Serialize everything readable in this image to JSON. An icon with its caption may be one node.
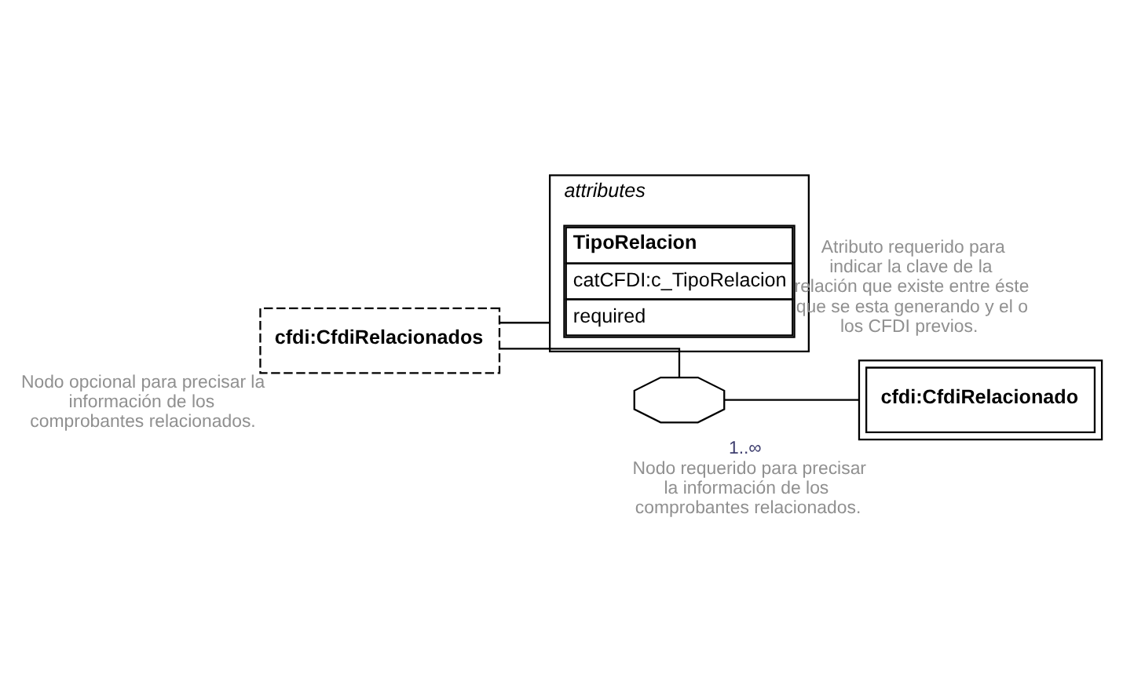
{
  "diagram": {
    "nodes": [
      {
        "text": [
          "cfdi:CfdiRelacionados"
        ],
        "beside": [
          "Nodo opcional para precisar la información de los comprobantes relacionados."
        ]
      },
      {
        "text": [
          "attributes"
        ]
      },
      {
        "text": [
          "TipoRelacion",
          "catCFDI:c_TipoRelacion",
          "required"
        ],
        "in": 1,
        "beside": [
          "Atributo requerido para indicar la clave de la relación que existe entre éste que se esta generando y el o los CFDI previos."
        ]
      },
      {
        "text": [],
        "shape": "octagon"
      },
      {
        "text": [
          "cfdi:CfdiRelacionado"
        ],
        "beside": [
          "1..∞",
          "Nodo requerido para precisar la información de los comprobantes relacionados."
        ]
      }
    ],
    "edges": [
      {
        "from": 0,
        "to": 1,
        "arrow": "none"
      },
      {
        "from": 0,
        "to": 3,
        "arrow": "none"
      },
      {
        "from": 3,
        "to": 4,
        "arrow": "none"
      }
    ]
  }
}
